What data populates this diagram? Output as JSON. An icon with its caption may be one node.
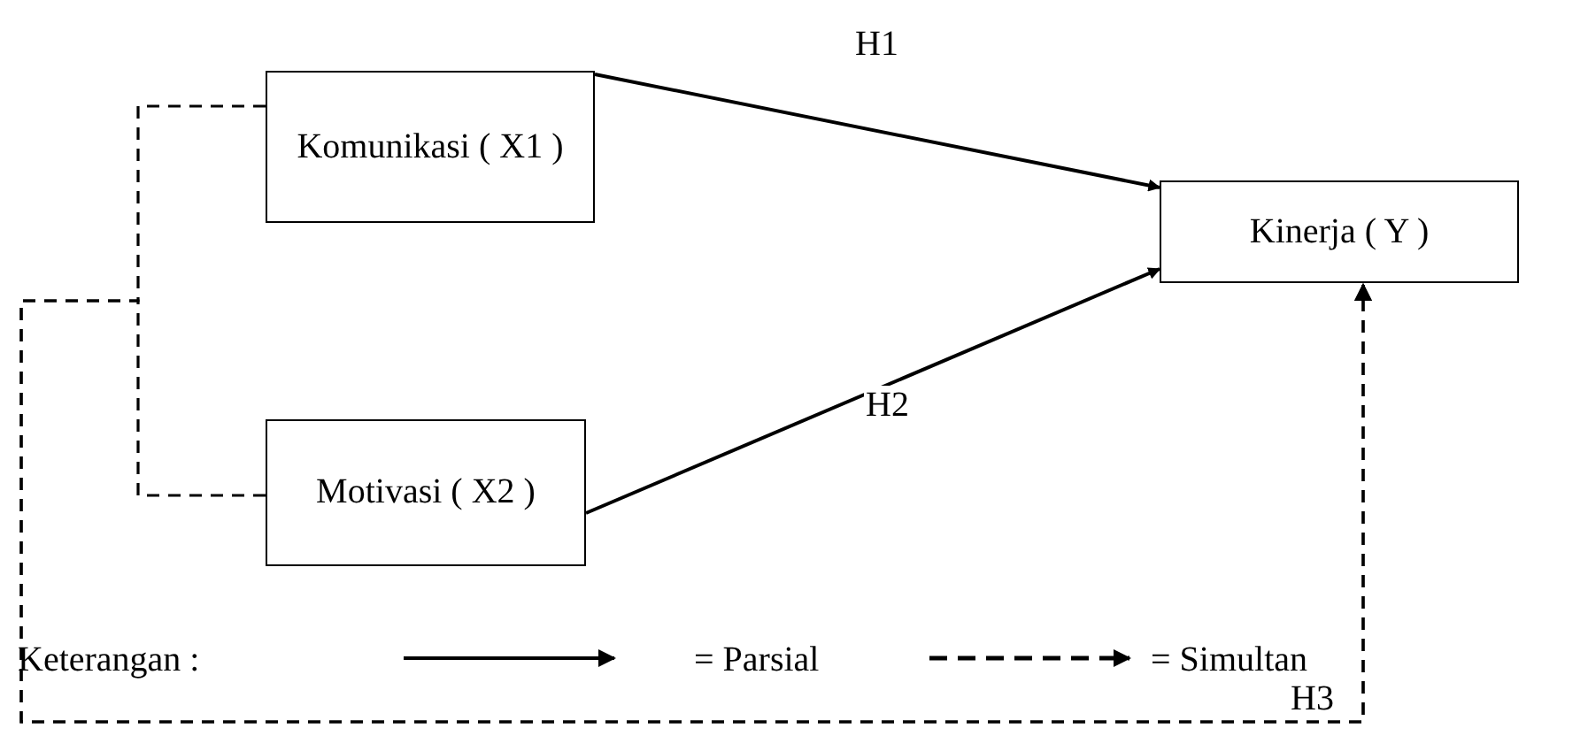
{
  "diagram": {
    "nodes": [
      {
        "text": [
          "Komunikasi ( X1 )"
        ]
      },
      {
        "text": [
          "Motivasi ( X2 )"
        ]
      },
      {
        "text": [
          "Kinerja ( Y )"
        ]
      }
    ],
    "edges": [
      {
        "from": 0,
        "to": 2,
        "arrow": "to",
        "label": "H1"
      },
      {
        "from": 1,
        "to": 2,
        "arrow": "to",
        "label": "H2"
      },
      {
        "from": 0,
        "to": 2,
        "arrow": "to",
        "style": "dashed",
        "label": "H3"
      },
      {
        "from": 1,
        "to": 2,
        "arrow": "to",
        "style": "dashed"
      }
    ],
    "labels": [
      "Keterangan :"
    ],
    "legend": [
      {
        "text": "= Parsial"
      },
      {
        "text": "= Simultan"
      }
    ]
  }
}
